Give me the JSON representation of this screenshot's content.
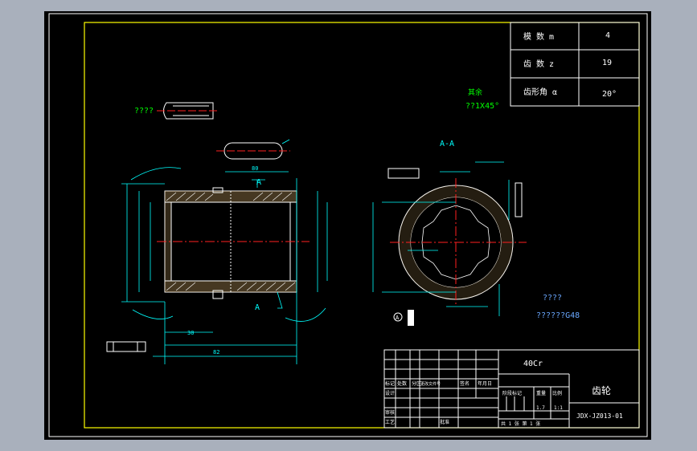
{
  "params": {
    "module_label": "模 数 m",
    "module_value": "4",
    "teeth_label": "齿 数 z",
    "teeth_value": "19",
    "angle_label": "齿形角 α",
    "angle_value": "20°"
  },
  "notes": {
    "top_left_q": "????",
    "chamfer_top": "其余",
    "chamfer": "??1X45°",
    "section_label": "A-A",
    "tech_q": "????",
    "tech_detail": "??????G48"
  },
  "dims": {
    "d_80": "80",
    "d_30": "30",
    "d_82": "82",
    "arrow_a_top": "A",
    "arrow_a_bottom": "A",
    "sec_a_mark": "A"
  },
  "title_block": {
    "material": "40Cr",
    "part_name": "齿轮",
    "drawing_no": "JDX-JZ013-01",
    "row_labels": [
      "标记",
      "处数",
      "分区",
      "更改文件号",
      "签名",
      "年月日"
    ],
    "design": "设计",
    "check": "审核",
    "process": "工艺",
    "approve": "批准",
    "stage_label": "阶段标记",
    "weight_label": "重量",
    "scale_label": "比例",
    "weight": "1.7",
    "scale": "1:1",
    "sheet_text": "共 1 张  第 1 张"
  }
}
